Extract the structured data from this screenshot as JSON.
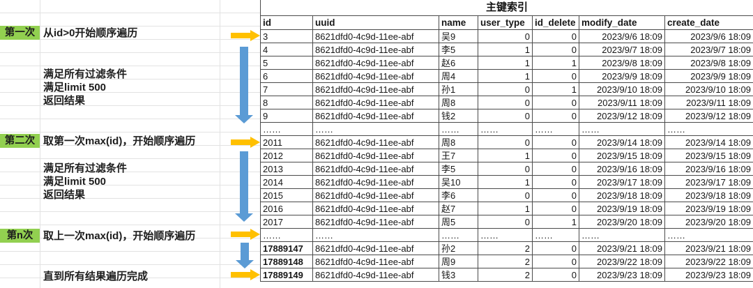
{
  "colors": {
    "green_highlight": "#92D050",
    "yellow_arrow": "#FFC000",
    "blue_arrow": "#5B9BD5",
    "grid_line": "#e2e2e2",
    "table_border": "#4a4a4a"
  },
  "icons": {
    "yellow_right_arrow": "→",
    "blue_down_arrow": "↓"
  },
  "table_title": "主键索引",
  "annotations": [
    {
      "label": "第一次",
      "text": "从id>0开始顺序遍历"
    },
    {
      "text": "满足所有过滤条件"
    },
    {
      "text": "满足limit 500"
    },
    {
      "text": "返回结果"
    },
    {
      "label": "第二次",
      "text": "取第一次max(id)，开始顺序遍历"
    },
    {
      "text": "满足所有过滤条件"
    },
    {
      "text": "满足limit 500"
    },
    {
      "text": "返回结果"
    },
    {
      "label": "第n次",
      "text": "取上一次max(id)，开始顺序遍历"
    },
    {
      "text": "直到所有结果遍历完成"
    }
  ],
  "table": {
    "columns": [
      "id",
      "uuid",
      "name",
      "user_type",
      "id_delete",
      "modify_date",
      "create_date"
    ],
    "rows": [
      {
        "cells": [
          "3",
          "8621dfd0-4c9d-11ee-abf",
          "吴9",
          "0",
          "0",
          "2023/9/6 18:09",
          "2023/9/6 18:09"
        ]
      },
      {
        "cells": [
          "4",
          "8621dfd0-4c9d-11ee-abf",
          "李5",
          "1",
          "0",
          "2023/9/7 18:09",
          "2023/9/7 18:09"
        ]
      },
      {
        "cells": [
          "5",
          "8621dfd0-4c9d-11ee-abf",
          "赵6",
          "1",
          "1",
          "2023/9/8 18:09",
          "2023/9/8 18:09"
        ]
      },
      {
        "cells": [
          "6",
          "8621dfd0-4c9d-11ee-abf",
          "周4",
          "1",
          "0",
          "2023/9/9 18:09",
          "2023/9/9 18:09"
        ]
      },
      {
        "cells": [
          "7",
          "8621dfd0-4c9d-11ee-abf",
          "孙1",
          "0",
          "1",
          "2023/9/10 18:09",
          "2023/9/10 18:09"
        ]
      },
      {
        "cells": [
          "8",
          "8621dfd0-4c9d-11ee-abf",
          "周8",
          "0",
          "0",
          "2023/9/11 18:09",
          "2023/9/11 18:09"
        ]
      },
      {
        "cells": [
          "9",
          "8621dfd0-4c9d-11ee-abf",
          "钱2",
          "0",
          "0",
          "2023/9/12 18:09",
          "2023/9/12 18:09"
        ]
      },
      {
        "cells": [
          "……",
          "……",
          "……",
          "……",
          "……",
          "……",
          "……"
        ],
        "ellipsis": true
      },
      {
        "cells": [
          "2011",
          "8621dfd0-4c9d-11ee-abf",
          "周8",
          "0",
          "0",
          "2023/9/14 18:09",
          "2023/9/14 18:09"
        ]
      },
      {
        "cells": [
          "2012",
          "8621dfd0-4c9d-11ee-abf",
          "王7",
          "1",
          "0",
          "2023/9/15 18:09",
          "2023/9/15 18:09"
        ]
      },
      {
        "cells": [
          "2013",
          "8621dfd0-4c9d-11ee-abf",
          "李5",
          "0",
          "0",
          "2023/9/16 18:09",
          "2023/9/16 18:09"
        ]
      },
      {
        "cells": [
          "2014",
          "8621dfd0-4c9d-11ee-abf",
          "吴10",
          "1",
          "0",
          "2023/9/17 18:09",
          "2023/9/17 18:09"
        ]
      },
      {
        "cells": [
          "2015",
          "8621dfd0-4c9d-11ee-abf",
          "李6",
          "0",
          "0",
          "2023/9/18 18:09",
          "2023/9/18 18:09"
        ]
      },
      {
        "cells": [
          "2016",
          "8621dfd0-4c9d-11ee-abf",
          "赵7",
          "1",
          "0",
          "2023/9/19 18:09",
          "2023/9/19 18:09"
        ]
      },
      {
        "cells": [
          "2017",
          "8621dfd0-4c9d-11ee-abf",
          "周5",
          "0",
          "1",
          "2023/9/20 18:09",
          "2023/9/20 18:09"
        ]
      },
      {
        "cells": [
          "……",
          "……",
          "……",
          "……",
          "……",
          "……",
          "……"
        ],
        "ellipsis": true
      },
      {
        "cells": [
          "17889147",
          "8621dfd0-4c9d-11ee-abf",
          "孙2",
          "2",
          "0",
          "2023/9/21 18:09",
          "2023/9/21 18:09"
        ],
        "bold_id": true
      },
      {
        "cells": [
          "17889148",
          "8621dfd0-4c9d-11ee-abf",
          "周9",
          "2",
          "0",
          "2023/9/22 18:09",
          "2023/9/22 18:09"
        ],
        "bold_id": true
      },
      {
        "cells": [
          "17889149",
          "8621dfd0-4c9d-11ee-abf",
          "钱3",
          "2",
          "0",
          "2023/9/23 18:09",
          "2023/9/23 18:09"
        ],
        "bold_id": true
      }
    ]
  }
}
